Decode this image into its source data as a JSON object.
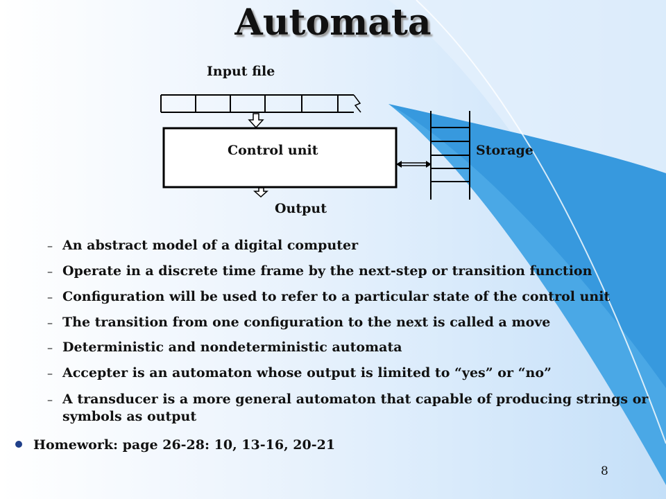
{
  "slide": {
    "title": "Automata",
    "page_number": "8"
  },
  "diagram": {
    "input_label": "Input file",
    "control_label": "Control unit",
    "storage_label": "Storage",
    "output_label": "Output"
  },
  "bullets": [
    "An abstract model of a digital computer",
    "Operate in a discrete time frame by the next-step or transition function",
    "Configuration will be used to refer to a particular state of the control unit",
    "The transition from one configuration to the next is called a move",
    "Deterministic and nondeterministic automata",
    "Accepter is an automaton whose output is limited to “yes” or “no”",
    "A transducer is a more general automaton that capable of producing strings or symbols as output"
  ],
  "bullet_marker": "–",
  "homework": "Homework: page 26-28: 10, 13-16, 20-21"
}
